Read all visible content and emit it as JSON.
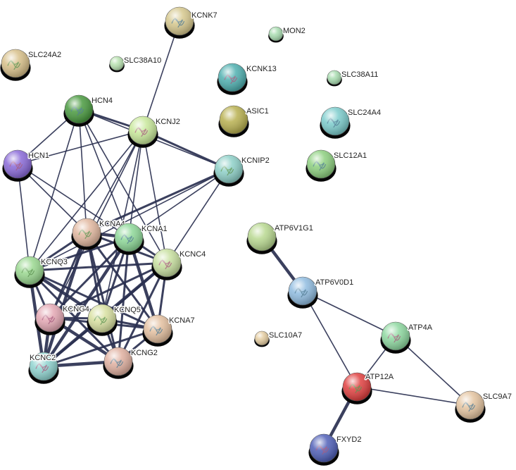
{
  "nodes": [
    {
      "id": "KCNK7",
      "color": "#d6c88e",
      "structure": true
    },
    {
      "id": "MON2",
      "color": "#a8dcb0",
      "structure": false
    },
    {
      "id": "SLC24A2",
      "color": "#d8c08a",
      "structure": true
    },
    {
      "id": "SLC38A10",
      "color": "#b8e2b0",
      "structure": false
    },
    {
      "id": "KCNK13",
      "color": "#4fb0b0",
      "structure": true
    },
    {
      "id": "SLC38A11",
      "color": "#a8dcb0",
      "structure": false
    },
    {
      "id": "HCN4",
      "color": "#4a9a40",
      "structure": true
    },
    {
      "id": "KCNJ2",
      "color": "#c8e89a",
      "structure": true
    },
    {
      "id": "ASIC1",
      "color": "#b8b050",
      "structure": false
    },
    {
      "id": "SLC24A4",
      "color": "#7ccccc",
      "structure": true
    },
    {
      "id": "HCN1",
      "color": "#8a6ad8",
      "structure": true
    },
    {
      "id": "KCNIP2",
      "color": "#8ed0c8",
      "structure": true
    },
    {
      "id": "SLC12A1",
      "color": "#8ed080",
      "structure": true
    },
    {
      "id": "ATP6V1G1",
      "color": "#b8d890",
      "structure": false
    },
    {
      "id": "KCNA4",
      "color": "#e2b8a0",
      "structure": true
    },
    {
      "id": "KCNA1",
      "color": "#8ed898",
      "structure": true
    },
    {
      "id": "KCNC4",
      "color": "#c8e0a0",
      "structure": true
    },
    {
      "id": "KCNQ3",
      "color": "#9ad890",
      "structure": true
    },
    {
      "id": "ATP6V0D1",
      "color": "#90bce0",
      "structure": true
    },
    {
      "id": "KCNG4",
      "color": "#e4a8b4",
      "structure": true
    },
    {
      "id": "KCNQ5",
      "color": "#d8e0a0",
      "structure": true
    },
    {
      "id": "KCNA7",
      "color": "#e4c0a0",
      "structure": true
    },
    {
      "id": "ATP4A",
      "color": "#8ed8a0",
      "structure": true
    },
    {
      "id": "SLC10A7",
      "color": "#e4cca0",
      "structure": false
    },
    {
      "id": "KCNG2",
      "color": "#e0b0a0",
      "structure": true
    },
    {
      "id": "KCNC2",
      "color": "#90d4d0",
      "structure": true
    },
    {
      "id": "ATP12A",
      "color": "#e04040",
      "structure": true
    },
    {
      "id": "SLC9A7",
      "color": "#e4c4a0",
      "structure": true
    },
    {
      "id": "FXYD2",
      "color": "#5060b8",
      "structure": true
    }
  ],
  "edges": [
    [
      "KCNK7",
      "KCNJ2",
      1
    ],
    [
      "HCN4",
      "HCN1",
      1
    ],
    [
      "HCN4",
      "KCNJ2",
      2
    ],
    [
      "HCN4",
      "KCNIP2",
      1
    ],
    [
      "HCN4",
      "KCNA4",
      1
    ],
    [
      "HCN4",
      "KCNA1",
      1
    ],
    [
      "HCN4",
      "KCNC4",
      1
    ],
    [
      "HCN4",
      "KCNQ3",
      1
    ],
    [
      "HCN1",
      "KCNJ2",
      1
    ],
    [
      "HCN1",
      "KCNA4",
      1
    ],
    [
      "HCN1",
      "KCNA1",
      1
    ],
    [
      "HCN1",
      "KCNQ3",
      1
    ],
    [
      "KCNJ2",
      "KCNIP2",
      2
    ],
    [
      "KCNJ2",
      "KCNA4",
      1
    ],
    [
      "KCNJ2",
      "KCNA1",
      1
    ],
    [
      "KCNJ2",
      "KCNC4",
      1
    ],
    [
      "KCNJ2",
      "KCNQ3",
      1
    ],
    [
      "KCNJ2",
      "KCNG4",
      1
    ],
    [
      "KCNJ2",
      "KCNQ5",
      1
    ],
    [
      "KCNIP2",
      "KCNA4",
      2
    ],
    [
      "KCNIP2",
      "KCNA1",
      1
    ],
    [
      "KCNIP2",
      "KCNC4",
      1
    ],
    [
      "KCNIP2",
      "KCNQ3",
      1
    ],
    [
      "KCNA4",
      "KCNA1",
      3
    ],
    [
      "KCNA4",
      "KCNC4",
      2
    ],
    [
      "KCNA4",
      "KCNQ3",
      2
    ],
    [
      "KCNA4",
      "KCNG4",
      2
    ],
    [
      "KCNA4",
      "KCNQ5",
      2
    ],
    [
      "KCNA4",
      "KCNA7",
      2
    ],
    [
      "KCNA4",
      "KCNG2",
      2
    ],
    [
      "KCNA4",
      "KCNC2",
      3
    ],
    [
      "KCNA1",
      "KCNC4",
      2
    ],
    [
      "KCNA1",
      "KCNQ3",
      2
    ],
    [
      "KCNA1",
      "KCNG4",
      2
    ],
    [
      "KCNA1",
      "KCNQ5",
      2
    ],
    [
      "KCNA1",
      "KCNA7",
      3
    ],
    [
      "KCNA1",
      "KCNG2",
      2
    ],
    [
      "KCNA1",
      "KCNC2",
      3
    ],
    [
      "KCNC4",
      "KCNQ3",
      2
    ],
    [
      "KCNC4",
      "KCNG4",
      2
    ],
    [
      "KCNC4",
      "KCNQ5",
      2
    ],
    [
      "KCNC4",
      "KCNA7",
      2
    ],
    [
      "KCNC4",
      "KCNG2",
      2
    ],
    [
      "KCNC4",
      "KCNC2",
      3
    ],
    [
      "KCNQ3",
      "KCNG4",
      2
    ],
    [
      "KCNQ3",
      "KCNQ5",
      3
    ],
    [
      "KCNQ3",
      "KCNA7",
      2
    ],
    [
      "KCNQ3",
      "KCNG2",
      2
    ],
    [
      "KCNQ3",
      "KCNC2",
      3
    ],
    [
      "KCNG4",
      "KCNQ5",
      2
    ],
    [
      "KCNG4",
      "KCNA7",
      2
    ],
    [
      "KCNG4",
      "KCNG2",
      3
    ],
    [
      "KCNG4",
      "KCNC2",
      3
    ],
    [
      "KCNQ5",
      "KCNA7",
      2
    ],
    [
      "KCNQ5",
      "KCNG2",
      2
    ],
    [
      "KCNQ5",
      "KCNC2",
      2
    ],
    [
      "KCNA7",
      "KCNG2",
      2
    ],
    [
      "KCNA7",
      "KCNC2",
      2
    ],
    [
      "KCNG2",
      "KCNC2",
      3
    ],
    [
      "ATP6V1G1",
      "ATP6V0D1",
      3
    ],
    [
      "ATP6V0D1",
      "ATP4A",
      1
    ],
    [
      "ATP6V0D1",
      "ATP12A",
      1
    ],
    [
      "ATP4A",
      "ATP12A",
      1
    ],
    [
      "ATP4A",
      "SLC9A7",
      1
    ],
    [
      "ATP12A",
      "SLC9A7",
      1
    ],
    [
      "ATP12A",
      "FXYD2",
      3
    ]
  ]
}
